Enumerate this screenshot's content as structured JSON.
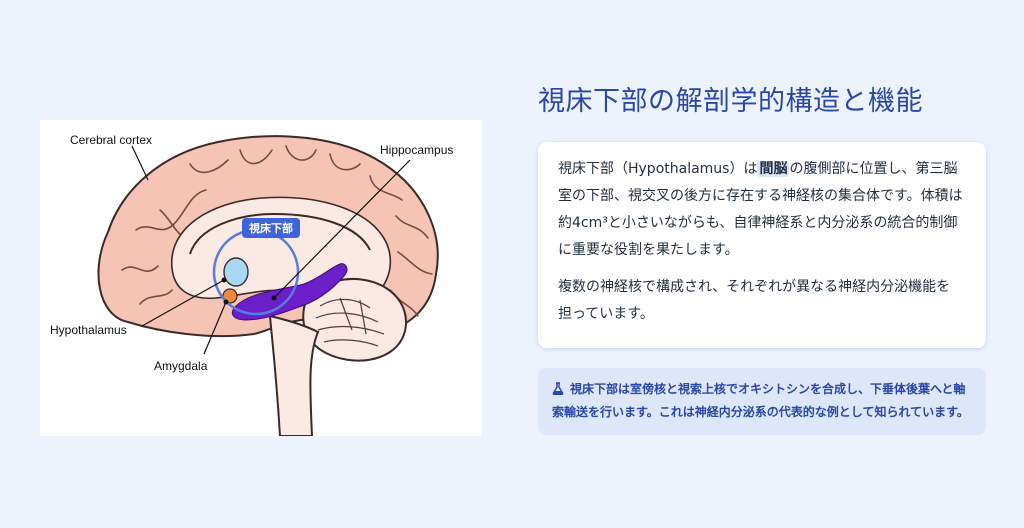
{
  "figure": {
    "labels": {
      "cerebral_cortex": "Cerebral cortex",
      "hippocampus": "Hippocampus",
      "hypothalamus": "Hypothalamus",
      "amygdala": "Amygdala",
      "highlight_tag": "視床下部"
    }
  },
  "header": {
    "title": "視床下部の解剖学的構造と機能"
  },
  "card": {
    "p1_before": "視床下部（Hypothalamus）は",
    "p1_highlight": "間脳",
    "p1_after": "の腹側部に位置し、第三脳室の下部、視交叉の後方に存在する神経核の集合体です。体積は約4cm³と小さいながらも、自律神経系と内分泌系の統合的制御に重要な役割を果たします。",
    "p2": "複数の神経核で構成され、それぞれが異なる神経内分泌機能を担っています。"
  },
  "note": {
    "icon": "flask-icon",
    "text": "視床下部は室傍核と視索上核でオキシトシンを合成し、下垂体後葉へと軸索輸送を行います。これは神経内分泌系の代表的な例として知られています。"
  },
  "colors": {
    "background": "#edf3fd",
    "title": "#2b47a8",
    "cortex_fill": "#f6c4b4",
    "hippocampus": "#6a1fc9",
    "hypothalamus": "#a9d8f2",
    "amygdala": "#f08a3c",
    "highlight_ring": "#5b7be3"
  }
}
